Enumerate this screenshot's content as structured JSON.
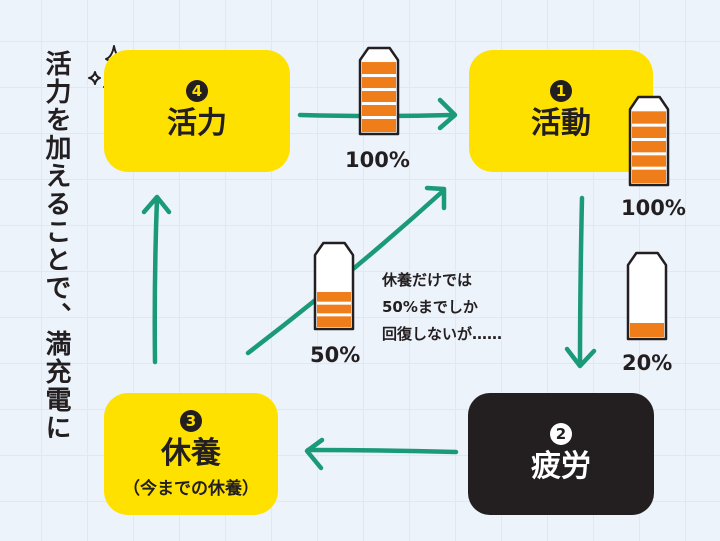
{
  "side_caption": "活力を加えることで、満充電に",
  "boxes": {
    "vitality": {
      "number": "4",
      "label": "活力"
    },
    "activity": {
      "number": "1",
      "label": "活動"
    },
    "fatigue": {
      "number": "2",
      "label": "疲労"
    },
    "rest": {
      "number": "3",
      "label": "休養",
      "sub": "（今までの休養）"
    }
  },
  "batteries": {
    "vitality_to_activity": {
      "charge_percent": 100,
      "label": "100%"
    },
    "activity": {
      "charge_percent": 100,
      "label": "100%"
    },
    "fatigue": {
      "charge_percent": 20,
      "label": "20%"
    },
    "rest_to_activity": {
      "charge_percent": 50,
      "label": "50%"
    }
  },
  "note": {
    "line1": "休養だけでは",
    "line2": "50%までしか",
    "line3": "回復しないが……"
  },
  "colors": {
    "yellow": "#ffe100",
    "dark": "#231f20",
    "arrow": "#1a9a78",
    "battery_fill": "#ef7d1a"
  }
}
